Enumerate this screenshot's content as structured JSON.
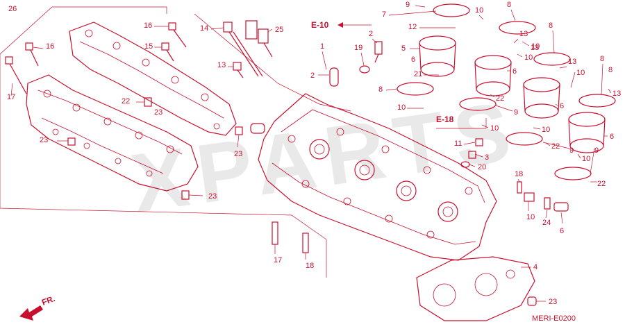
{
  "diagram": {
    "type": "exploded-parts-diagram",
    "color": "#c8102e",
    "watermark_text": "XPARTS",
    "drawing_code": "MERI-E0200",
    "direction_label": "FR.",
    "reference_labels": [
      "E-10",
      "E-18"
    ],
    "callouts": [
      "1",
      "2",
      "2",
      "3",
      "4",
      "5",
      "6",
      "6",
      "6",
      "6",
      "6",
      "7",
      "8",
      "8",
      "8",
      "8",
      "8",
      "9",
      "9",
      "9",
      "9",
      "10",
      "10",
      "10",
      "10",
      "10",
      "10",
      "10",
      "10",
      "10",
      "11",
      "12",
      "13",
      "13",
      "13",
      "13",
      "13",
      "14",
      "15",
      "16",
      "16",
      "17",
      "17",
      "18",
      "18",
      "19",
      "20",
      "21",
      "22",
      "22",
      "22",
      "22",
      "23",
      "23",
      "23",
      "23",
      "23",
      "24",
      "25",
      "26"
    ]
  }
}
